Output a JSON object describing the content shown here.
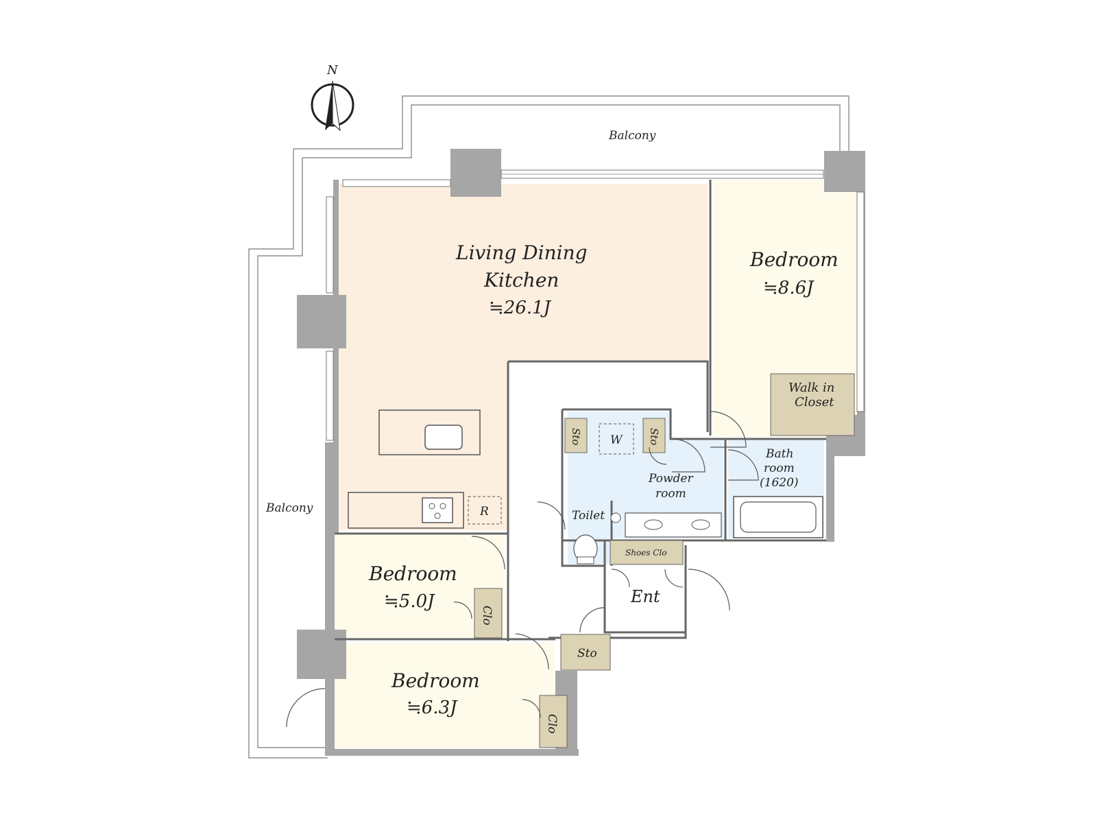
{
  "compass": {
    "north_label": "N"
  },
  "balconies": {
    "top": "Balcony",
    "left": "Balcony"
  },
  "rooms": {
    "ldk": {
      "name_line1": "Living Dining",
      "name_line2": "Kitchen",
      "area": "≒26.1J"
    },
    "bedroom_ne": {
      "name": "Bedroom",
      "area": "≒8.6J"
    },
    "bedroom_w": {
      "name": "Bedroom",
      "area": "≒5.0J"
    },
    "bedroom_sw": {
      "name": "Bedroom",
      "area": "≒6.3J"
    },
    "walk_in_closet": {
      "line1": "Walk in",
      "line2": "Closet"
    },
    "bathroom": {
      "line1": "Bath",
      "line2": "room",
      "line3": "(1620)"
    },
    "powder_room": {
      "line1": "Powder",
      "line2": "room"
    },
    "toilet": {
      "name": "Toilet"
    },
    "shoes_closet": {
      "name": "Shoes Clo"
    },
    "entrance": {
      "name": "Ent"
    },
    "storage_left": {
      "name": "Sto"
    },
    "storage_right": {
      "name": "Sto"
    },
    "storage_south": {
      "name": "Sto"
    },
    "closet_w": {
      "name": "Clo"
    },
    "closet_sw": {
      "name": "Clo"
    },
    "washer": {
      "name": "W"
    },
    "refrigerator": {
      "name": "R"
    }
  },
  "colors": {
    "ldk_fill": "#fcefe0",
    "bedroom_fill": "#fefbea",
    "wet_fill": "#e6f2fb",
    "closet_fill": "#dcd2b4",
    "wall_fill": "#a6a6a6"
  }
}
